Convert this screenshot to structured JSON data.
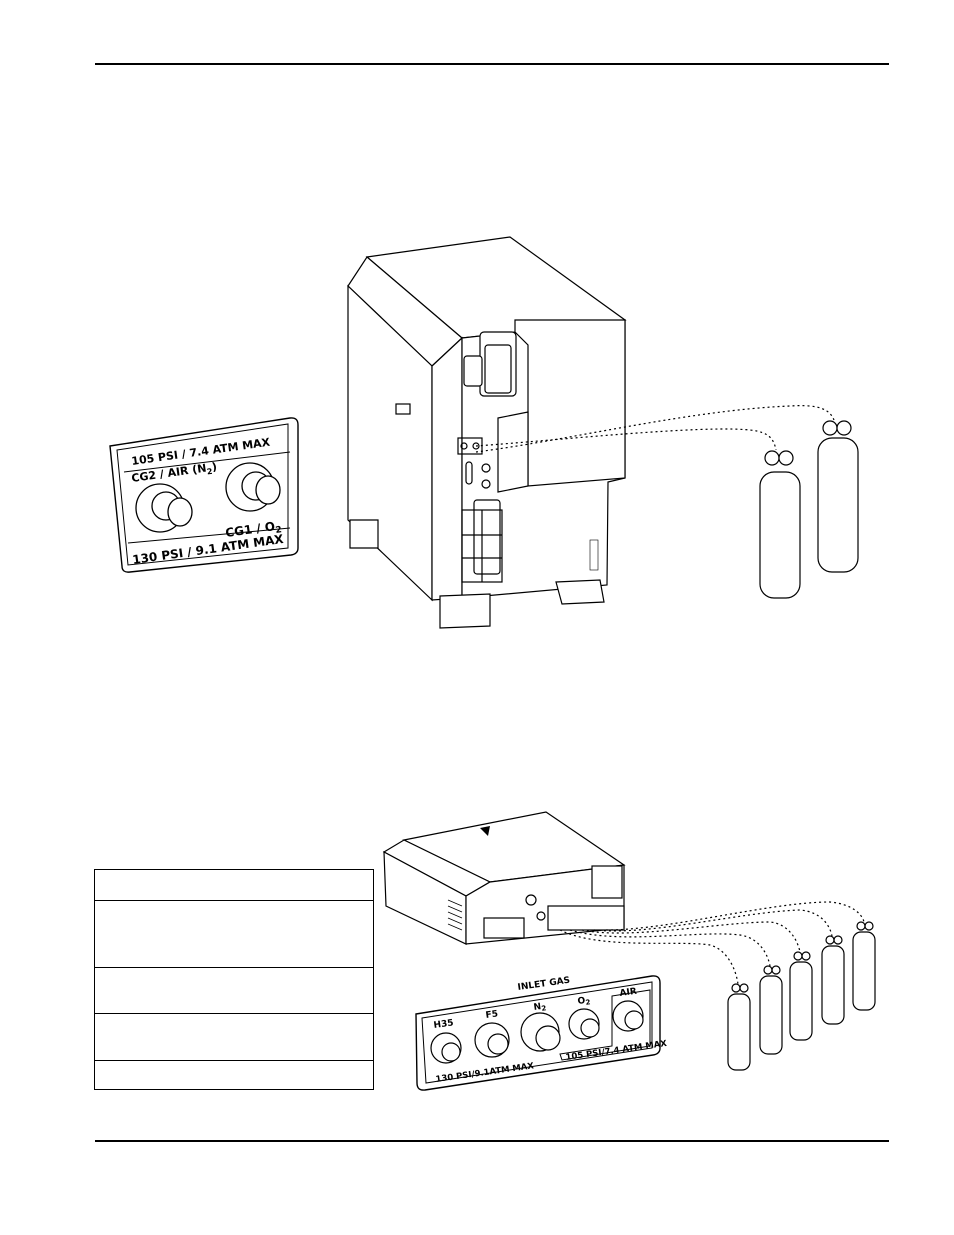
{
  "figure1": {
    "label": {
      "line1": "105 PSI / 7.4 ATM MAX",
      "line2_prefix": "CG2 / AIR (N",
      "line2_sub": "2",
      "line2_suffix": ")",
      "line3_prefix": "CG1 / O",
      "line3_sub": "2",
      "line4": "130 PSI / 9.1 ATM MAX"
    }
  },
  "figure2": {
    "header": "INLET GAS",
    "fittings": {
      "h35": "H35",
      "f5": "F5",
      "n2_prefix": "N",
      "n2_sub": "2",
      "o2_prefix": "O",
      "o2_sub": "2",
      "air": "AIR"
    },
    "rating_left": "130 PSI/9.1ATM MAX",
    "rating_right": "105 PSI/7.4 ATM MAX"
  },
  "table": {
    "rows": [
      "",
      "",
      "",
      "",
      ""
    ]
  }
}
